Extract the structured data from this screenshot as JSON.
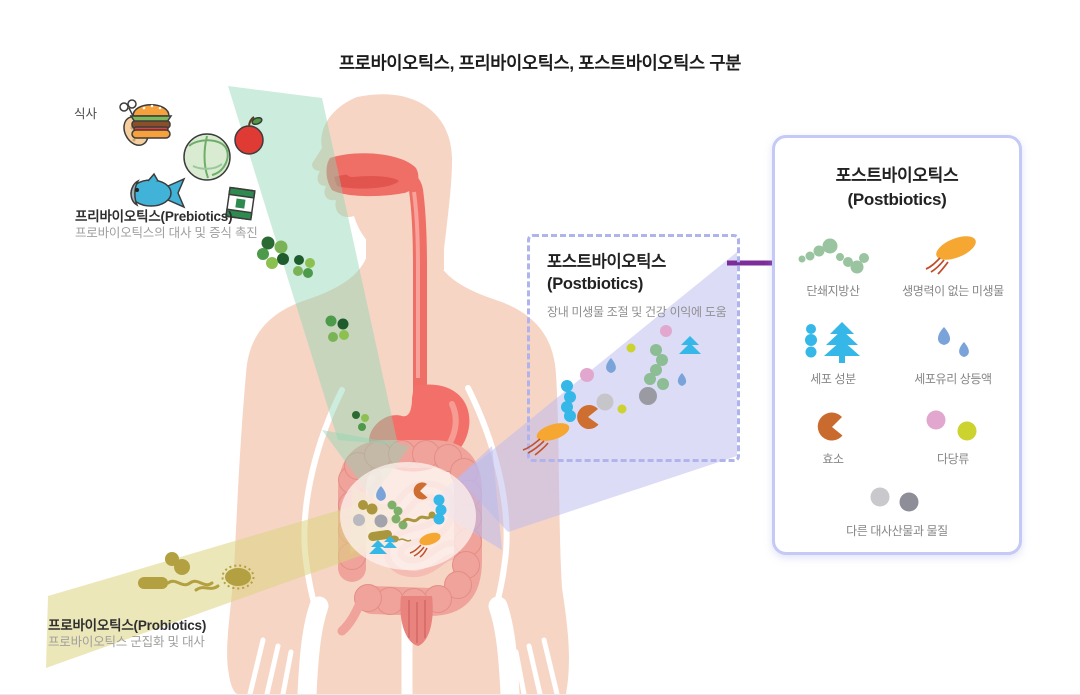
{
  "title": "프로바이오틱스, 프리바이오틱스, 포스트바이오틱스 구분",
  "meal": {
    "label": "식사"
  },
  "food_items": [
    {
      "icon": "chicken-leg-icon"
    },
    {
      "icon": "hamburger-icon"
    },
    {
      "icon": "cabbage-icon"
    },
    {
      "icon": "apple-icon"
    },
    {
      "icon": "fish-icon"
    },
    {
      "icon": "canned-food-icon"
    }
  ],
  "prebiotics": {
    "name": "프리바이오틱스(Prebiotics)",
    "desc": "프로바이오틱스의 대사 및 증식 촉진",
    "beam_color": "#8ed4b4"
  },
  "probiotics": {
    "name": "프로바이오틱스(Probiotics)",
    "desc": "프로바이오틱스 군집화 및 대사",
    "beam_color": "#ddd37f"
  },
  "postbiotics_box": {
    "title_ko": "포스트바이오틱스",
    "title_en": "(Postbiotics)",
    "desc": "장내 미생물 조절 및 건강 이익에 도움",
    "beam_color": "#b9b9ef"
  },
  "panel": {
    "title_ko": "포스트바이오틱스",
    "title_en": "(Postbiotics)",
    "items": [
      {
        "label": "단쇄지방산",
        "icon": "scfa-chain-icon",
        "color": "#99c49f"
      },
      {
        "label": "생명력이 없는 미생물",
        "icon": "nonviable-microbe-icon",
        "color": "#f5a731"
      },
      {
        "label": "세포 성분",
        "icon": "cell-components-icon",
        "color": "#35b7e8"
      },
      {
        "label": "세포유리 상등액",
        "icon": "cell-free-supernatant-icon",
        "color": "#7aa4d9"
      },
      {
        "label": "효소",
        "icon": "enzyme-icon",
        "color": "#c96a2f"
      },
      {
        "label": "다당류",
        "icon": "polysaccharide-icon",
        "color": "#e2a7cf"
      },
      {
        "label": "다른 대사산물과 물질",
        "icon": "other-metabolites-icon",
        "color": "#9a9aa2"
      }
    ]
  },
  "colors": {
    "skin": "#f6d5c4",
    "organ_red": "#f3706a",
    "intestine_pink": "#efa39b",
    "panel_border": "#c4c9f5",
    "dashed_border": "#afb4ed",
    "arrow_purple": "#7b2e99",
    "label_gray": "#a09f9d"
  }
}
